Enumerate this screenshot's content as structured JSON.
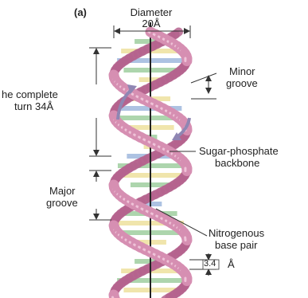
{
  "figure": {
    "panel_label": "(a)",
    "diameter_label": "Diameter",
    "diameter_value": "20Å",
    "turn_label_line1": "he complete",
    "turn_label_line2": "turn 34Å",
    "minor_groove_line1": "Minor",
    "minor_groove_line2": "groove",
    "backbone_line1": "Sugar-phosphate",
    "backbone_line2": "backbone",
    "major_groove_line1": "Major",
    "major_groove_line2": "groove",
    "base_pair_line1": "Nitrogenous",
    "base_pair_line2": "base pair",
    "rise_value": "3.4",
    "rise_unit": "Å"
  },
  "colors": {
    "strand_fill": "#d68fb2",
    "strand_dark": "#b5638e",
    "strand_light": "#efc3d8",
    "base_green": "#a9d3a9",
    "base_yellow": "#efe4a8",
    "base_blue": "#a9bfe0",
    "axis": "#222222",
    "arrow": "#8f86b3",
    "leader": "#333333"
  },
  "icons": [
    "rotation-arrow-icon",
    "dimension-arrow-icon"
  ]
}
